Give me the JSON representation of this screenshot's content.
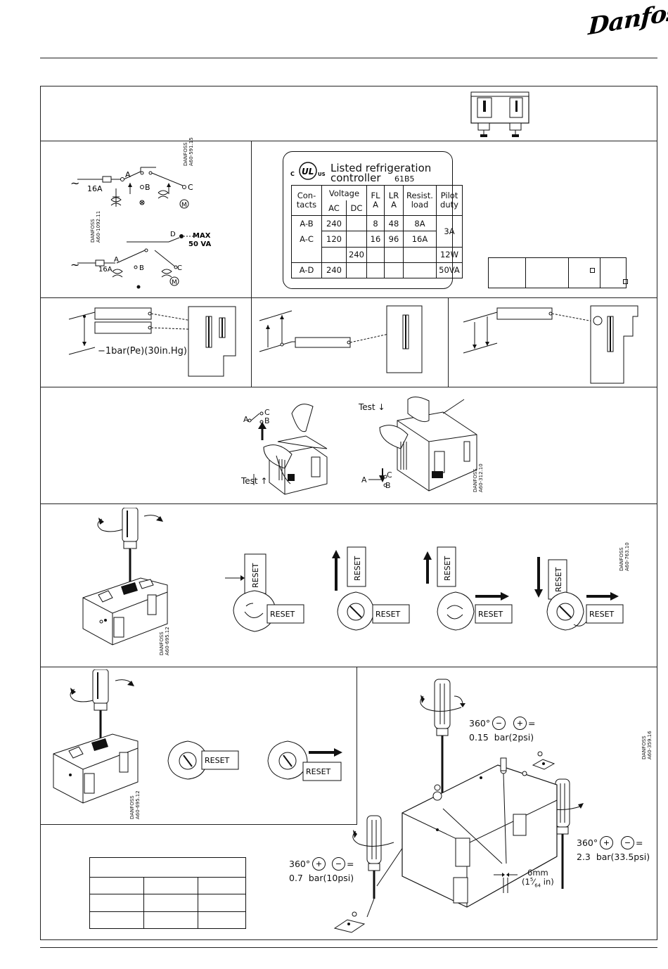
{
  "brand": {
    "logo_text": "Danfoss"
  },
  "wiring": {
    "top_fuse": "16A",
    "top_a": "A",
    "top_b": "B",
    "top_c": "C",
    "bottom_fuse": "16A",
    "bottom_a": "A",
    "bottom_b": "B",
    "bottom_c": "C",
    "bottom_d": "D",
    "max_label": "MAX",
    "va_label": "50  VA",
    "code1_a": "DANFOSS",
    "code1_b": "A60-591.15",
    "code2_a": "DANFOSS",
    "code2_b": "A60-1092.11"
  },
  "ul_label": {
    "line1": "Listed  refrigeration",
    "line2": "controller",
    "code": "61B5",
    "c_mark": "C",
    "ul_mark": "UL",
    "us_mark": "US",
    "headers": {
      "contacts_1": "Con-",
      "contacts_2": "tacts",
      "voltage": "Voltage",
      "ac": "AC",
      "dc": "DC",
      "fl_1": "FL",
      "fl_2": "A",
      "lr_1": "LR",
      "lr_2": "A",
      "resist_1": "Resist.",
      "resist_2": "load",
      "pilot_1": "Pilot",
      "pilot_2": "duty"
    },
    "rows": {
      "ab": "A-B",
      "ac_row": "A-C",
      "v240": "240",
      "v120": "120",
      "dc240": "240",
      "fl8": "8",
      "fl16": "16",
      "lr48": "48",
      "lr96": "96",
      "r8": "8A",
      "r16": "16A",
      "pilot3": "3A",
      "pilot12": "12W",
      "ad": "A-D",
      "v240b": "240",
      "pilot50": "50VA"
    }
  },
  "diff_panel": {
    "pressure_label": "−1bar(Pe)(30in.Hg)"
  },
  "test_panel": {
    "left_a": "A",
    "left_c": "C",
    "left_b": "B",
    "left_test": "Test",
    "right_test": "Test",
    "right_a": "A",
    "right_c": "C",
    "right_b": "B",
    "code_a": "DANFOSS",
    "code_b": "A60-312.10"
  },
  "reset_panel": {
    "reset": "RESET",
    "code_a": "DANFOSS",
    "code_b": "A60-695.12",
    "code2_a": "DANFOSS",
    "code2_b": "A60-763.10"
  },
  "reset_panel2": {
    "reset": "RESET",
    "code_a": "DANFOSS",
    "code_b": "A60-695.12"
  },
  "adjust": {
    "top_deg": "360°",
    "top_value": "0.15  bar(2psi)",
    "left_deg": "360°",
    "left_value": "0.7  bar(10psi)",
    "right_deg": "360°",
    "right_value": "2.3  bar(33.5psi)",
    "hex_size": "6mm",
    "hex_in_a": "(1",
    "hex_in_b": "5",
    "hex_in_c": "⁄",
    "hex_in_d": "64",
    "hex_in_e": " in)",
    "eq": "=",
    "code_a": "DANFOSS",
    "code_b": "A60-359.16"
  }
}
